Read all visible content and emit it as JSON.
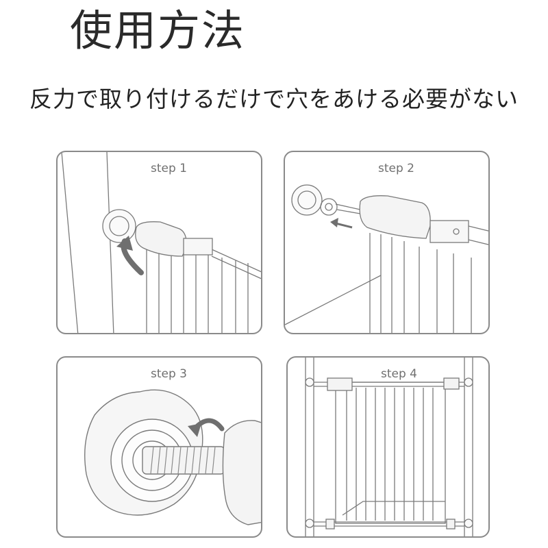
{
  "header": {
    "title": "使用方法",
    "subtitle": "反力で取り付けるだけで穴をあける必要がない"
  },
  "steps": [
    {
      "label": "step 1"
    },
    {
      "label": "step 2"
    },
    {
      "label": "step 3"
    },
    {
      "label": "step 4"
    }
  ],
  "colors": {
    "panel_border": "#8a8a8a",
    "line": "#7a7a7a",
    "arrow": "#6f6f6f",
    "fill_light": "#f2f2f2"
  }
}
